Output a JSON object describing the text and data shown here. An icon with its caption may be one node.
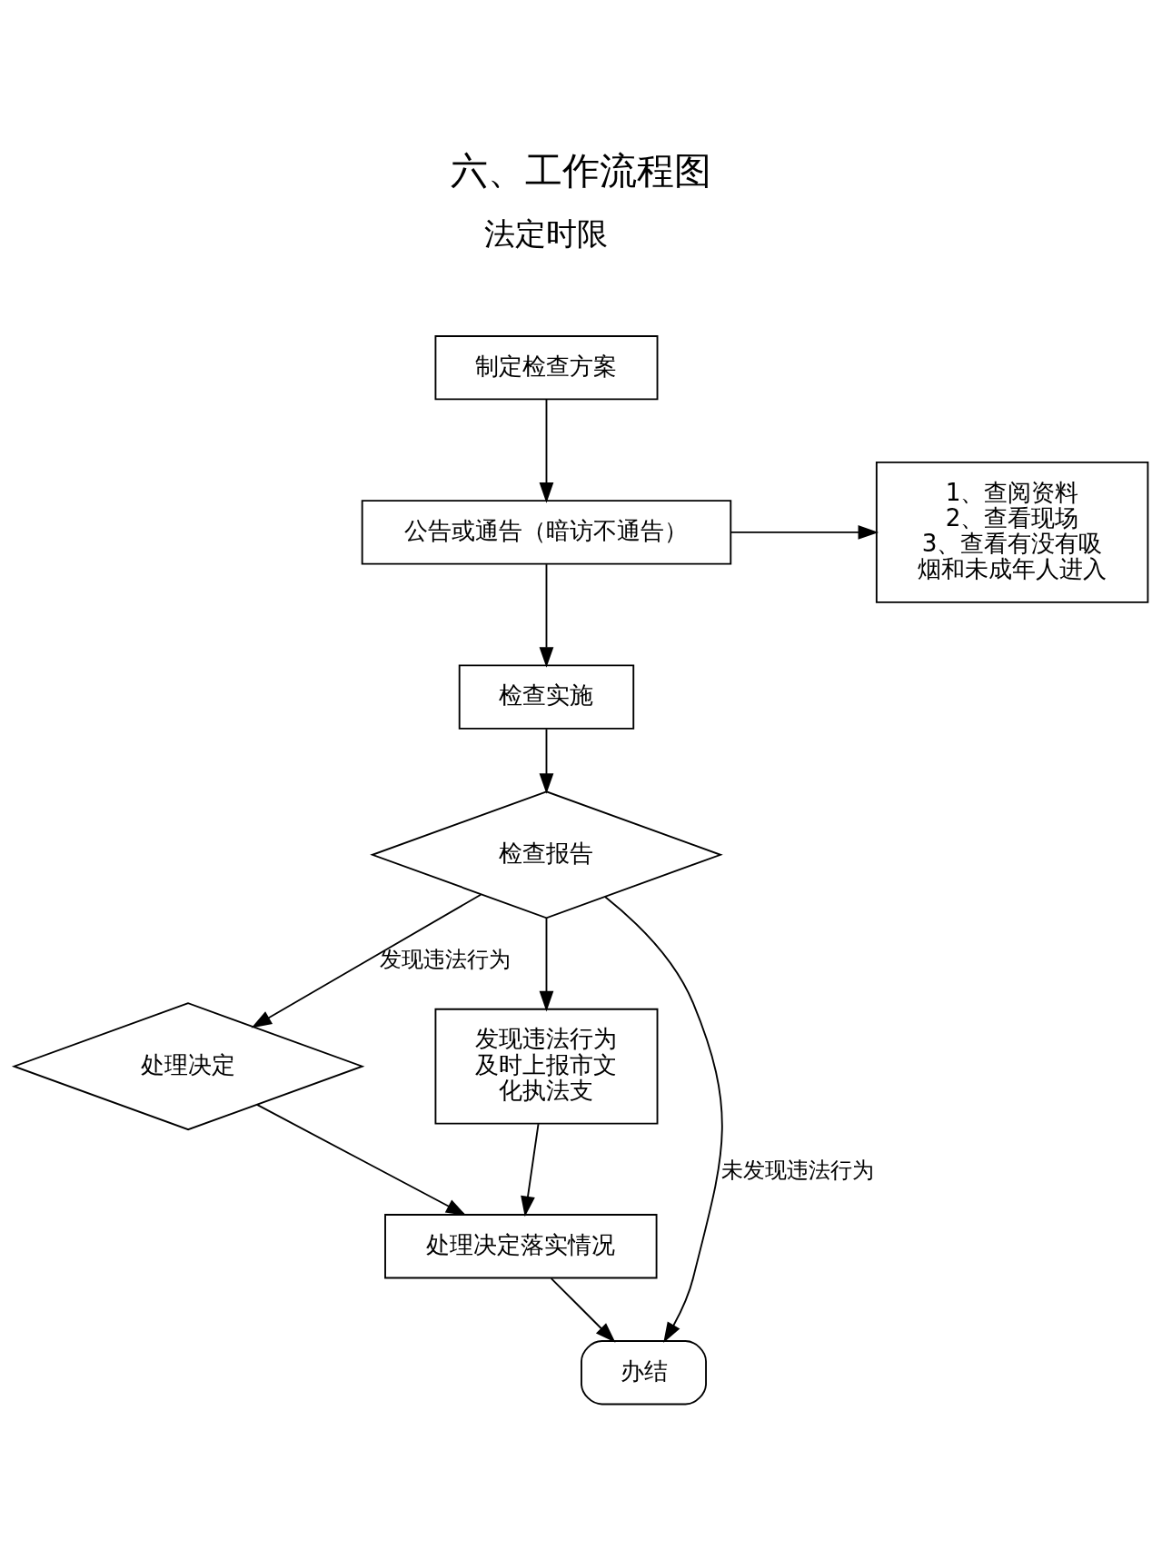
{
  "diagram": {
    "title": "六、工作流程图",
    "nodes": [
      {
        "text": [
          "制定检查方案"
        ]
      },
      {
        "text": [
          "公告或通告（暗访不通告）"
        ]
      },
      {
        "text": [
          "1、查阅资料",
          "2、查看现场",
          "3、查看有没有吸烟和未成年人进入"
        ]
      },
      {
        "text": [
          "检查实施"
        ]
      },
      {
        "text": [
          "检查报告"
        ]
      },
      {
        "text": [
          "处理决定"
        ]
      },
      {
        "text": [
          "发现违法行为及时上报市文化执法支"
        ]
      },
      {
        "text": [
          "处理决定落实情况"
        ]
      },
      {
        "text": [
          "办结"
        ]
      }
    ],
    "edges": [
      {
        "from": 0,
        "to": 1,
        "arrow": "to"
      },
      {
        "from": 1,
        "to": 2,
        "arrow": "to"
      },
      {
        "from": 1,
        "to": 3,
        "arrow": "to"
      },
      {
        "from": 3,
        "to": 4,
        "arrow": "to"
      },
      {
        "from": 4,
        "to": 5,
        "arrow": "to",
        "label": "发现违法行为"
      },
      {
        "from": 4,
        "to": 6,
        "arrow": "to"
      },
      {
        "from": 5,
        "to": 7,
        "arrow": "to"
      },
      {
        "from": 6,
        "to": 7,
        "arrow": "to"
      },
      {
        "from": 7,
        "to": 8,
        "arrow": "to"
      },
      {
        "from": 4,
        "to": 8,
        "arrow": "to",
        "label": "未发现违法行为"
      }
    ],
    "labels": [
      "法定时限"
    ]
  }
}
